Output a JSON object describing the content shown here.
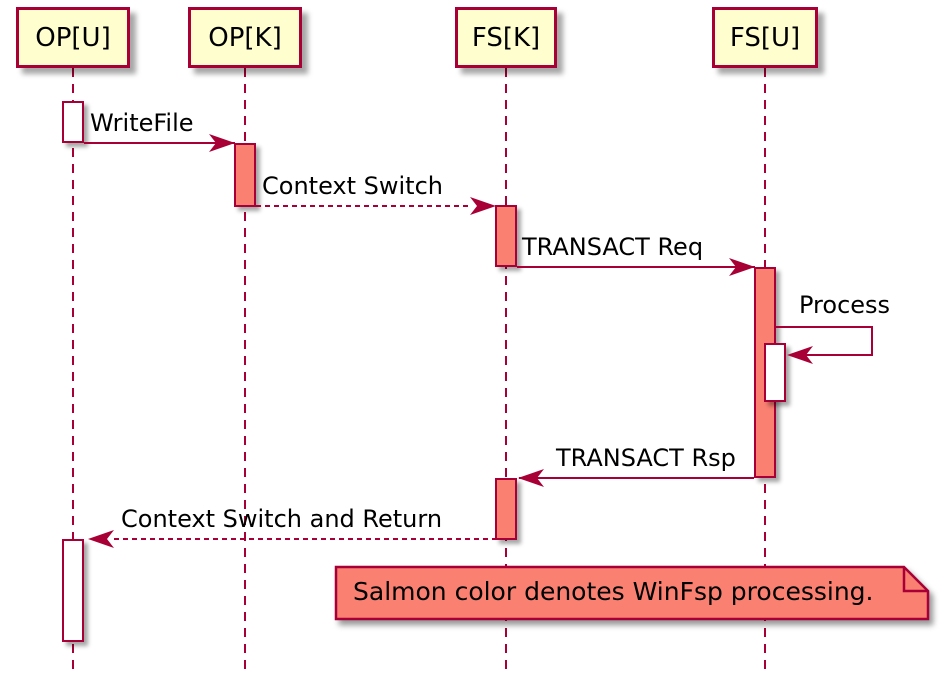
{
  "diagram": {
    "type": "sequence-diagram",
    "participants": [
      {
        "id": "op-u",
        "label": "OP[U]"
      },
      {
        "id": "op-k",
        "label": "OP[K]"
      },
      {
        "id": "fs-k",
        "label": "FS[K]"
      },
      {
        "id": "fs-u",
        "label": "FS[U]"
      }
    ],
    "messages": [
      {
        "label": "WriteFile",
        "from": "OP[U]",
        "to": "OP[K]",
        "style": "solid"
      },
      {
        "label": "Context Switch",
        "from": "OP[K]",
        "to": "FS[K]",
        "style": "dashed"
      },
      {
        "label": "TRANSACT Req",
        "from": "FS[K]",
        "to": "FS[U]",
        "style": "solid"
      },
      {
        "label": "Process",
        "from": "FS[U]",
        "to": "FS[U]",
        "style": "self"
      },
      {
        "label": "TRANSACT Rsp",
        "from": "FS[U]",
        "to": "FS[K]",
        "style": "solid"
      },
      {
        "label": "Context Switch and Return",
        "from": "FS[K]",
        "to": "OP[U]",
        "style": "dashed"
      }
    ],
    "note": {
      "text": "Salmon color denotes WinFsp processing."
    },
    "colors": {
      "border": "#A80036",
      "salmon": "#FA8072",
      "participant_fill": "#FEFECE",
      "text": "#000000",
      "bg": "#FFFFFF"
    }
  }
}
